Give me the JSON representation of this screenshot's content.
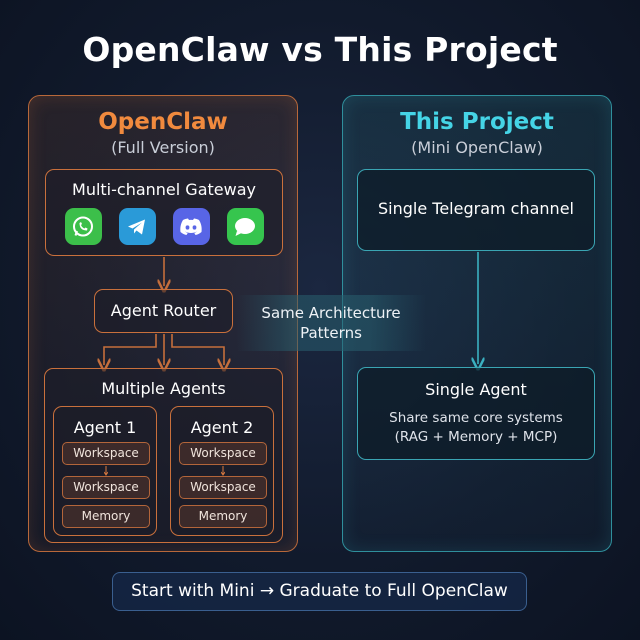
{
  "title": "OpenClaw vs This Project",
  "left": {
    "title": "OpenClaw",
    "subtitle": "(Full Version)",
    "gateway_label": "Multi-channel Gateway",
    "icons": [
      "whatsapp-icon",
      "telegram-icon",
      "discord-icon",
      "messages-icon"
    ],
    "router_label": "Agent Router",
    "agents_label": "Multiple Agents",
    "agents": [
      {
        "name": "Agent 1",
        "items": [
          "Workspace",
          "Workspace",
          "Memory"
        ]
      },
      {
        "name": "Agent 2",
        "items": [
          "Workspace",
          "Workspace",
          "Memory"
        ]
      }
    ]
  },
  "bridge": {
    "line1": "Same Architecture",
    "line2": "Patterns"
  },
  "right": {
    "title": "This Project",
    "subtitle": "(Mini OpenClaw)",
    "channel_label": "Single Telegram channel",
    "agent_label": "Single Agent",
    "agent_desc_line1": "Share same core systems",
    "agent_desc_line2": "(RAG + Memory + MCP)"
  },
  "footer": "Start with Mini → Graduate to Full OpenClaw",
  "colors": {
    "accent_orange": "#f08a3e",
    "accent_cyan": "#45d4e6"
  }
}
